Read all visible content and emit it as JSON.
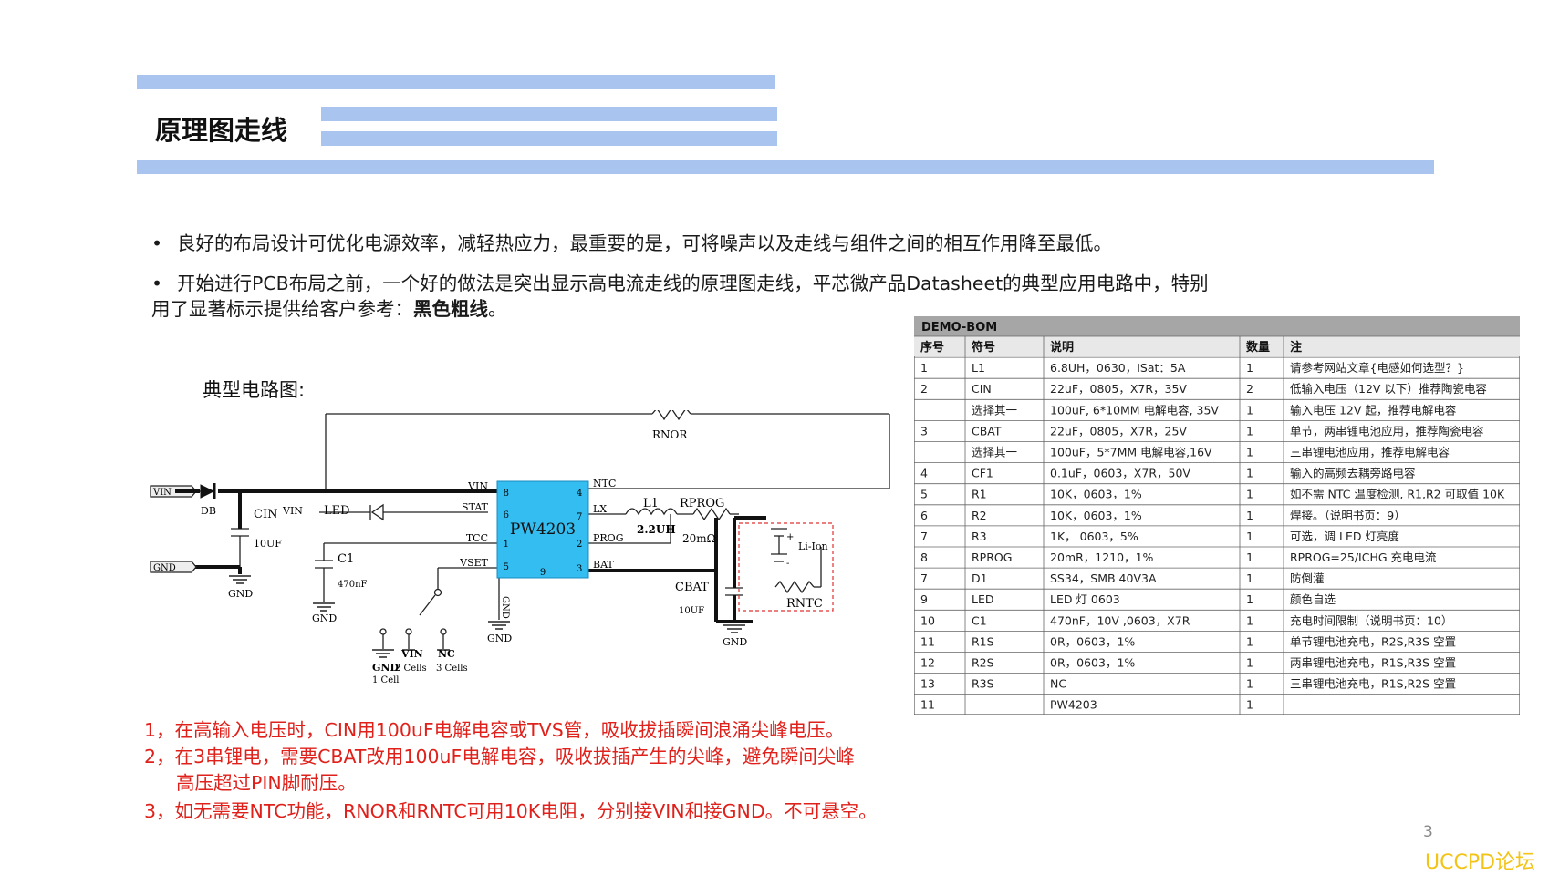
{
  "title": "原理图走线",
  "bullets": [
    "良好的布局设计可优化电源效率，减轻热应力，最重要的是，可将噪声以及走线与组件之间的相互作用降至最低。",
    "开始进行PCB布局之前，一个好的做法是突出显示高电流走线的原理图走线，平芯微产品Datasheet的典型应用电路中，特别",
    "用了显著标示提供给客户参考：",
    "黑色粗线",
    "。"
  ],
  "circuit_heading": "典型电路图:",
  "schematic": {
    "chip": "PW4203",
    "pins_left": [
      {
        "name": "VIN",
        "num": "8"
      },
      {
        "name": "STAT",
        "num": "6"
      },
      {
        "name": "TCC",
        "num": "1"
      },
      {
        "name": "VSET",
        "num": "5"
      }
    ],
    "pins_right": [
      {
        "name": "NTC",
        "num": "4"
      },
      {
        "name": "LX",
        "num": "7"
      },
      {
        "name": "PROG",
        "num": "2"
      },
      {
        "name": "BAT",
        "num": "3"
      }
    ],
    "pin_bottom": {
      "name": "GND",
      "num": "9"
    },
    "labels": {
      "vin_port": "VIN",
      "gnd_port": "GND",
      "db": "DB",
      "cin": "CIN",
      "cin_val": "10UF",
      "vin_local": "VIN",
      "led": "LED",
      "c1": "C1",
      "c1_val": "470nF",
      "gnd": "GND",
      "rnor": "RNOR",
      "l1": "L1",
      "l1_val": "2.2UH",
      "rprog": "RPROG",
      "rprog_val": "20mΩ",
      "liion": "Li-Ion",
      "cbat": "CBAT",
      "cbat_val": "10UF",
      "rntc": "RNTC",
      "plus": "+",
      "minus": "-",
      "opt_gnd": "GND",
      "opt_gnd_sub": "1 Cell",
      "opt_vin": "VIN",
      "opt_vin_sub": "2 Cells",
      "opt_nc": "NC",
      "opt_nc_sub": "3 Cells"
    }
  },
  "bom": {
    "title": "DEMO-BOM",
    "headers": [
      "序号",
      "符号",
      "说明",
      "数量",
      "注"
    ],
    "rows": [
      [
        "1",
        "L1",
        "6.8UH，0630，ISat：5A",
        "1",
        "请参考网站文章{电感如何选型？}"
      ],
      [
        "2",
        "CIN",
        "22uF，0805，X7R，35V",
        "2",
        "低输入电压（12V 以下）推荐陶瓷电容"
      ],
      [
        "",
        "选择其一",
        "100uF, 6*10MM 电解电容, 35V",
        "1",
        "输入电压 12V 起，推荐电解电容"
      ],
      [
        "3",
        "CBAT",
        "22uF，0805，X7R，25V",
        "1",
        "单节，两串锂电池应用，推荐陶瓷电容"
      ],
      [
        "",
        "选择其一",
        "100uF，5*7MM 电解电容,16V",
        "1",
        "三串锂电池应用，推荐电解电容"
      ],
      [
        "4",
        "CF1",
        "0.1uF，0603，X7R，50V",
        "1",
        "输入的高频去耦旁路电容"
      ],
      [
        "5",
        "R1",
        "10K，0603，1%",
        "1",
        "如不需 NTC 温度检测, R1,R2 可取值 10K"
      ],
      [
        "6",
        "R2",
        "10K，0603，1%",
        "1",
        "焊接。（说明书页：9）"
      ],
      [
        "7",
        "R3",
        "1K，  0603，5%",
        "1",
        "可选，调 LED 灯亮度"
      ],
      [
        "8",
        "RPROG",
        "20mR，1210，1%",
        "1",
        "RPROG=25/ICHG 充电电流"
      ],
      [
        "7",
        "D1",
        "SS34，SMB   40V3A",
        "1",
        "防倒灌"
      ],
      [
        "9",
        "LED",
        "LED 灯 0603",
        "1",
        "颜色自选"
      ],
      [
        "10",
        "C1",
        "470nF，10V ,0603，X7R",
        "1",
        "充电时间限制（说明书页：10）"
      ],
      [
        "11",
        "R1S",
        "0R，0603，1%",
        "1",
        "单节锂电池充电，R2S,R3S 空置"
      ],
      [
        "12",
        "R2S",
        "0R，0603，1%",
        "1",
        "两串锂电池充电，R1S,R3S 空置"
      ],
      [
        "13",
        "R3S",
        "NC",
        "1",
        "三串锂电池充电，R1S,R2S 空置"
      ],
      [
        "11",
        "",
        "PW4203",
        "1",
        ""
      ]
    ]
  },
  "notes": [
    "1，在高输入电压时，CIN用100uF电解电容或TVS管，吸收拔插瞬间浪涌尖峰电压。",
    "2，在3串锂电，需要CBAT改用100uF电解电容，吸收拔插产生的尖峰，避免瞬间尖峰",
    "高压超过PIN脚耐压。",
    "3，如无需要NTC功能，RNOR和RNTC可用10K电阻，分别接VIN和接GND。不可悬空。"
  ],
  "page_number": "3",
  "watermark": "UCCPD论坛",
  "colors": {
    "accent_bar": "#a9c4ee",
    "chip_fill": "#33bdf0",
    "note_red": "#e0201a",
    "watermark": "#f2c418"
  }
}
